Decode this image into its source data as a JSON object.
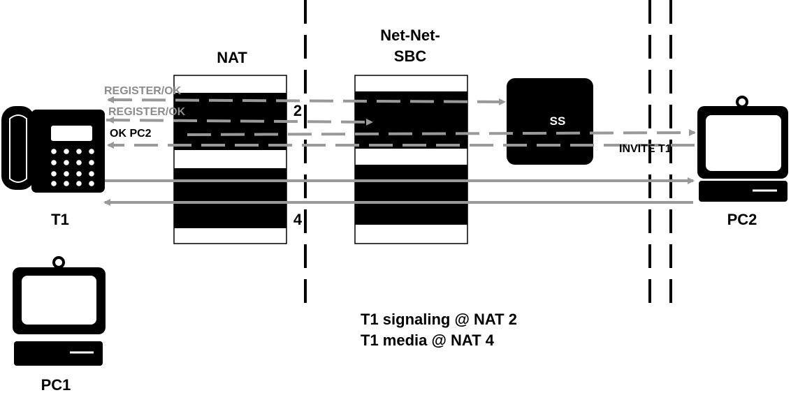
{
  "labels": {
    "nat": "NAT",
    "sbc_line1": "Net-Net-",
    "sbc_line2": "SBC",
    "ss": "SS",
    "t1": "T1",
    "pc1": "PC1",
    "pc2": "PC2",
    "port_signaling": "2",
    "port_media": "4"
  },
  "messages": {
    "register_ok_1": "REGISTER/OK",
    "register_ok_2": "REGISTER/OK",
    "ok_pc2": "OK PC2",
    "invite_t1": "INVITE T1"
  },
  "notes": {
    "signaling": "T1 signaling @ NAT 2",
    "media": "T1 media @ NAT 4"
  },
  "colors": {
    "arrow": "#999999",
    "arrow_text": "#8c8c8c",
    "fill": "#000000",
    "background": "#ffffff"
  }
}
